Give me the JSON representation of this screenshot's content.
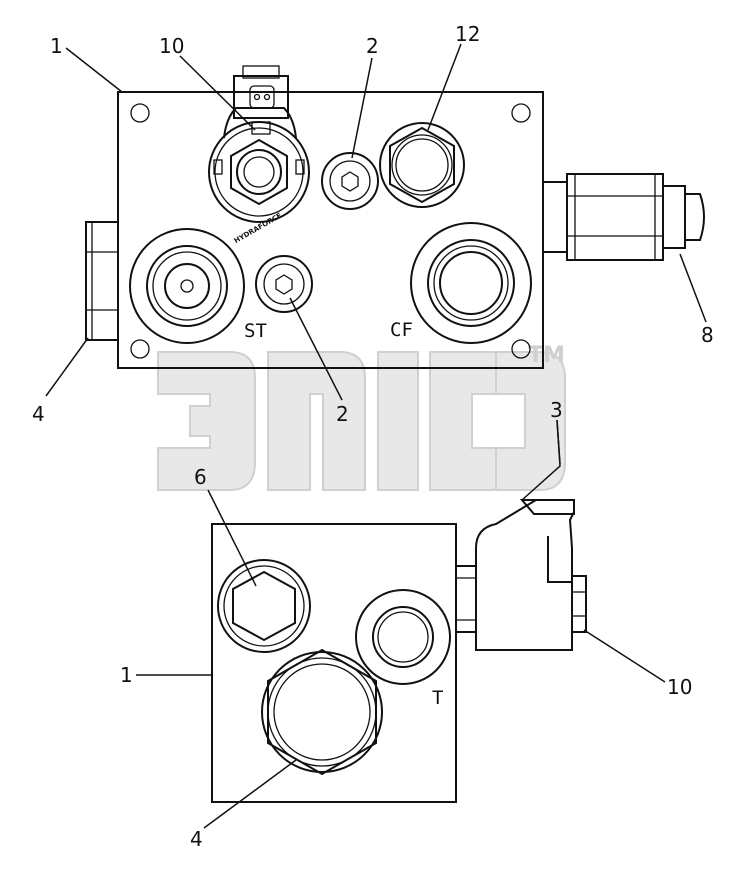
{
  "diagram": {
    "watermark": {
      "trademark": "TM"
    },
    "upper_block": {
      "port_labels": {
        "st": "ST",
        "cf": "CF"
      },
      "coil_text": "HYDRAFORCE"
    },
    "lower_block": {
      "port_labels": {
        "t": "T"
      }
    },
    "callouts": [
      "1",
      "10",
      "2",
      "12",
      "4",
      "8",
      "2",
      "3",
      "6",
      "1",
      "10",
      "4"
    ]
  }
}
